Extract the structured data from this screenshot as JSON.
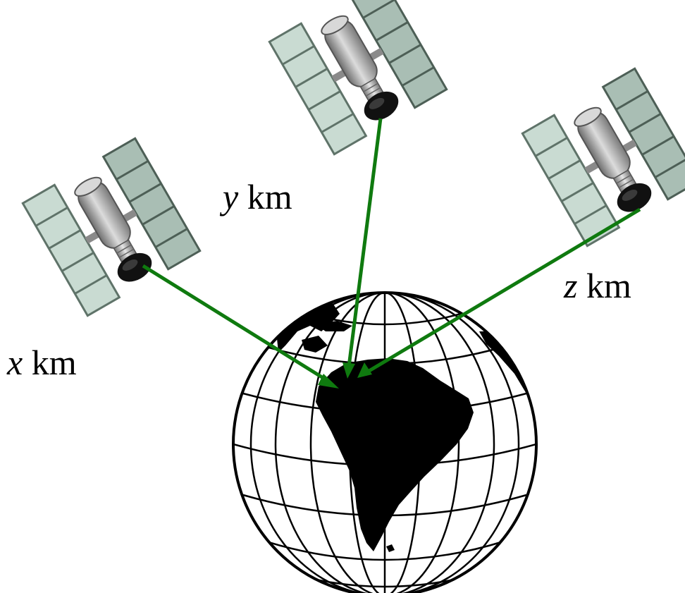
{
  "labels": {
    "x": {
      "var": "x",
      "unit": "km"
    },
    "y": {
      "var": "y",
      "unit": "km"
    },
    "z": {
      "var": "z",
      "unit": "km"
    }
  },
  "colors": {
    "arrow": "#0f7a0f",
    "panel_fill": "#c9dbd2",
    "panel_stroke": "#5f7369",
    "body": "#9a9a9a",
    "dish": "#111111",
    "globe_line": "#000000",
    "land": "#000000",
    "background": "#ffffff"
  },
  "icons": {
    "satellite": "satellite-icon",
    "globe": "globe-icon"
  }
}
